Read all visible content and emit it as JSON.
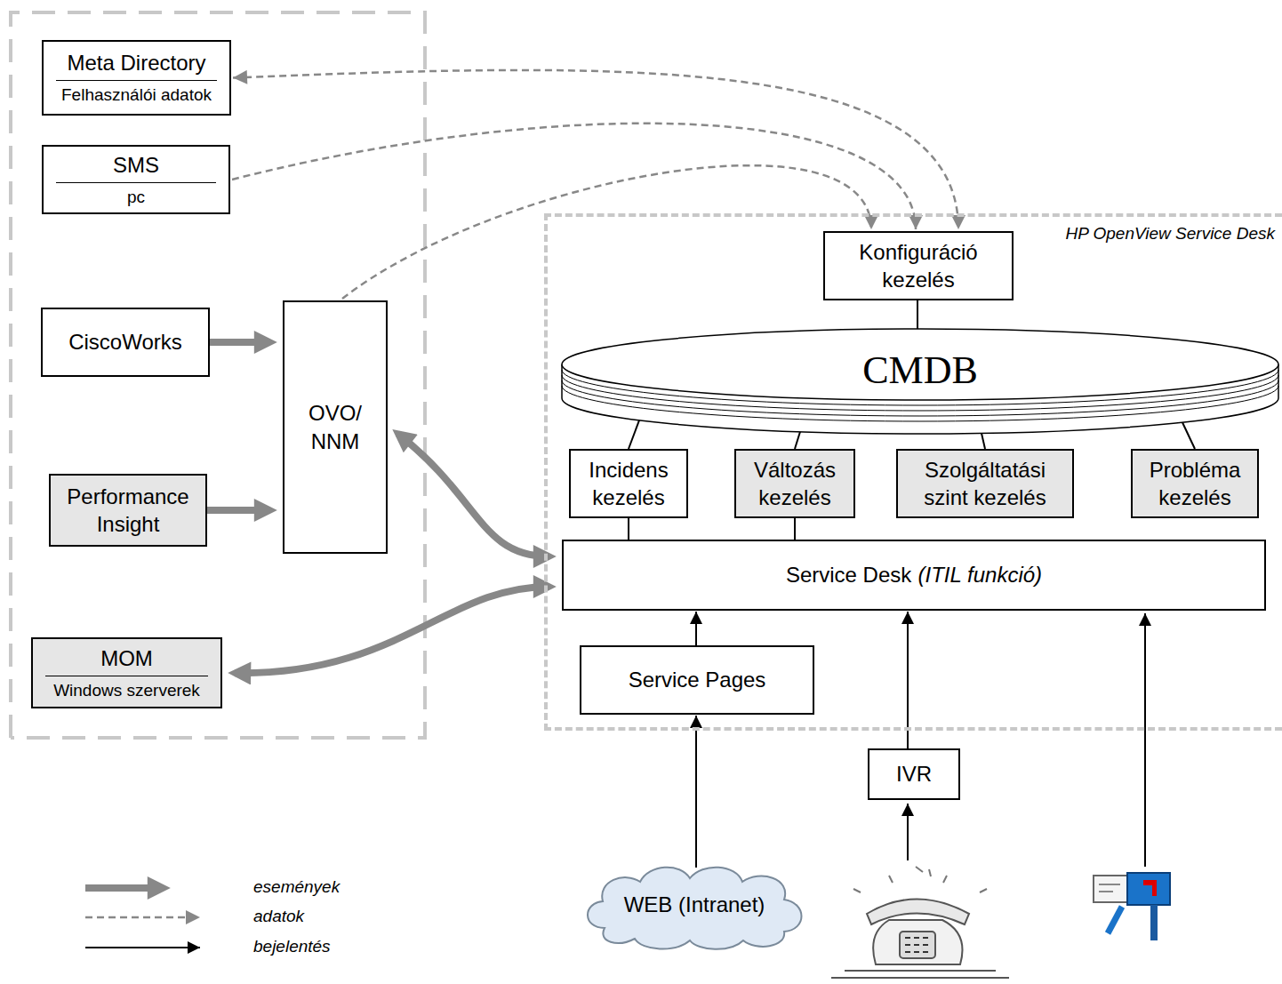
{
  "diagram": {
    "nodes": [
      {
        "text": [
          "Meta Directory",
          "Felhasználói adatok"
        ]
      },
      {
        "text": [
          "SMS",
          "pc"
        ]
      },
      {
        "text": [
          "CiscoWorks"
        ]
      },
      {
        "text": [
          "OVO/ NNM"
        ]
      },
      {
        "text": [
          "Performance Insight"
        ]
      },
      {
        "text": [
          "MOM",
          "Windows szerverek"
        ]
      },
      {
        "text": [
          "HP OpenView Service Desk"
        ]
      },
      {
        "text": [
          "Konfiguráció kezelés"
        ],
        "in": 6
      },
      {
        "text": [
          "CMDB"
        ],
        "in": 6
      },
      {
        "text": [
          "Incidens kezelés"
        ],
        "in": 6
      },
      {
        "text": [
          "Változás kezelés"
        ],
        "in": 6
      },
      {
        "text": [
          "Szolgáltatási szint kezelés"
        ],
        "in": 6
      },
      {
        "text": [
          "Probléma kezelés"
        ],
        "in": 6
      },
      {
        "text": [
          "Service Desk",
          "(ITIL funkció)"
        ],
        "in": 6
      },
      {
        "text": [
          "Service Pages"
        ],
        "in": 6
      },
      {
        "text": [
          "IVR"
        ]
      },
      {
        "text": [
          "WEB (Intranet)"
        ]
      }
    ],
    "edges": [
      {
        "from": 0,
        "to": 7,
        "arrow": "both"
      },
      {
        "from": 1,
        "to": 7,
        "arrow": "to"
      },
      {
        "from": 3,
        "to": 7,
        "arrow": "to"
      },
      {
        "from": 2,
        "to": 3,
        "arrow": "to"
      },
      {
        "from": 4,
        "to": 3,
        "arrow": "to"
      },
      {
        "from": 3,
        "to": 13,
        "arrow": "both"
      },
      {
        "from": 5,
        "to": 13,
        "arrow": "both"
      },
      {
        "from": 7,
        "to": 8,
        "arrow": "none"
      },
      {
        "from": 8,
        "to": 9,
        "arrow": "none"
      },
      {
        "from": 8,
        "to": 10,
        "arrow": "none"
      },
      {
        "from": 8,
        "to": 11,
        "arrow": "none"
      },
      {
        "from": 8,
        "to": 12,
        "arrow": "none"
      },
      {
        "from": 9,
        "to": 13,
        "arrow": "none"
      },
      {
        "from": 10,
        "to": 13,
        "arrow": "none"
      },
      {
        "from": 14,
        "to": 13,
        "arrow": "to"
      },
      {
        "from": 16,
        "to": 14,
        "arrow": "to"
      },
      {
        "from": 15,
        "to": 13,
        "arrow": "to"
      }
    ],
    "legend": [
      {
        "text": "események"
      },
      {
        "text": "adatok"
      },
      {
        "text": "bejelentés"
      }
    ]
  }
}
